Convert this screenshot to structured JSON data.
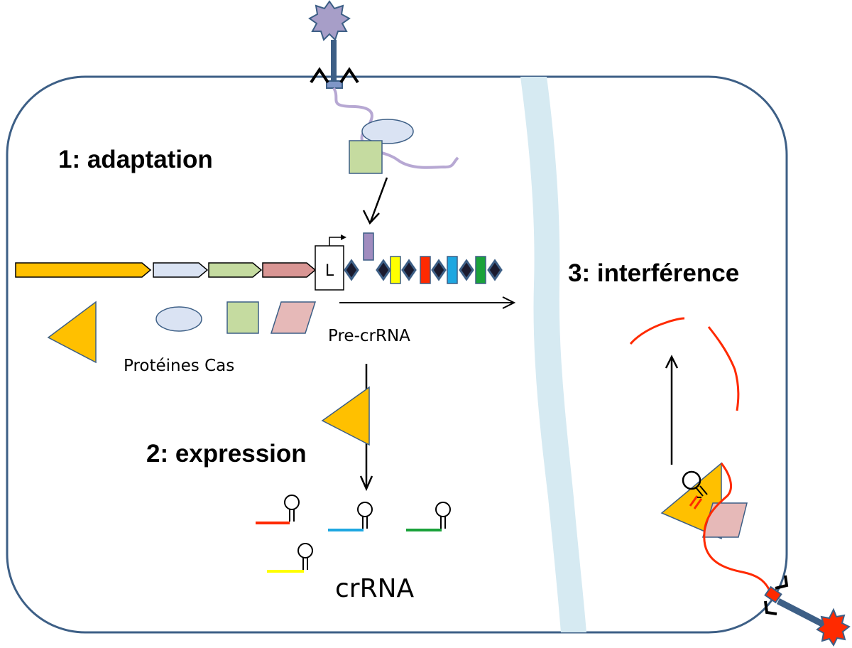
{
  "steps": {
    "adaptation": "1: adaptation",
    "expression": "2: expression",
    "interference": "3: interférence"
  },
  "labels": {
    "cas_proteins": "Protéines Cas",
    "pre_crrna": "Pre-crRNA",
    "crrna": "crRNA",
    "leader": "L"
  },
  "colors": {
    "cell_border": "#3d5f86",
    "phage_purple": "#a79ec8",
    "phage_red": "#ff2a2a",
    "cas1_orange": "#ffc000",
    "cas_blue": "#dae3f3",
    "cas_green": "#c5dba0",
    "cas_pink": "#d99694",
    "cas_pink_light": "#e6b9b8",
    "spacer_purple": "#a08cbf",
    "spacer_yellow": "#ffff00",
    "spacer_red": "#ff2a00",
    "spacer_cyan": "#1ea7e1",
    "spacer_green": "#1aa23a",
    "membrane": "#d6eaf2",
    "repeat_dark": "#1a1a2e"
  },
  "spacers": [
    "spacer_yellow",
    "spacer_red",
    "spacer_cyan",
    "spacer_green"
  ],
  "crrnas": [
    "spacer_red",
    "spacer_cyan",
    "spacer_green",
    "spacer_yellow"
  ]
}
